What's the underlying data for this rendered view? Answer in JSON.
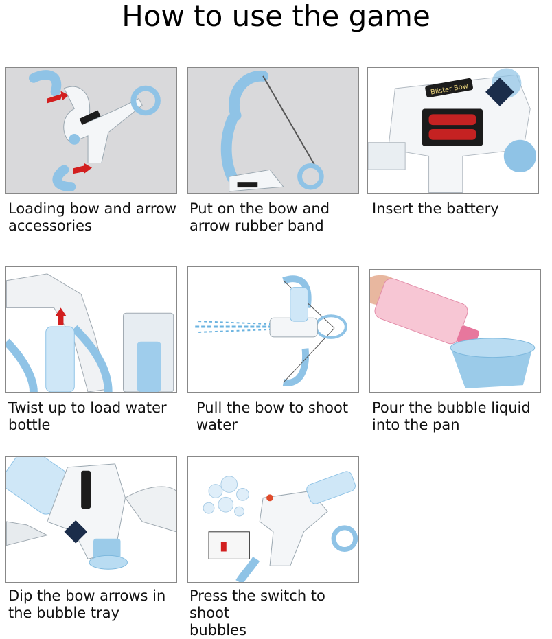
{
  "page": {
    "title": "How to use the game"
  },
  "steps": [
    {
      "caption_line1": "Loading bow and arrow",
      "caption_line2": "accessories"
    },
    {
      "caption_line1": "Put on the bow and",
      "caption_line2": "arrow rubber band"
    },
    {
      "caption_line1": "Insert the battery",
      "caption_line2": ""
    },
    {
      "caption_line1": "Twist up to load water",
      "caption_line2": "bottle"
    },
    {
      "caption_line1": "Pull the bow to shoot",
      "caption_line2": "water"
    },
    {
      "caption_line1": "Pour the bubble liquid",
      "caption_line2": "into the pan"
    },
    {
      "caption_line1": "Dip the bow arrows in",
      "caption_line2": "the bubble tray"
    },
    {
      "caption_line1": "Press the switch to shoot",
      "caption_line2": "bubbles"
    }
  ],
  "product_labels": {
    "brand": "Blister Bow"
  },
  "colors": {
    "accent_blue": "#8fc3e6",
    "dark_blue": "#2c5d8a",
    "arrow_red": "#d21f1f",
    "panel_gray": "#d9d9db"
  }
}
